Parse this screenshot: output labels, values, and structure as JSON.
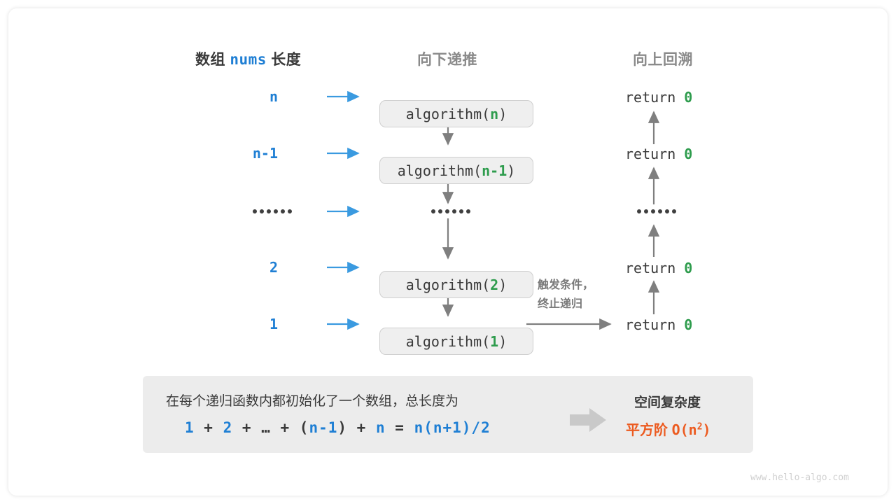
{
  "headers": {
    "left_prefix": "数组",
    "left_mono": "nums",
    "left_suffix": "长度",
    "middle": "向下递推",
    "right": "向上回溯"
  },
  "rows": [
    {
      "length": "n",
      "call_name": "algorithm(",
      "call_arg": "n",
      "call_close": ")",
      "ret_text": "return",
      "ret_value": "0"
    },
    {
      "length": "n-1",
      "call_name": "algorithm(",
      "call_arg": "n-1",
      "call_close": ")",
      "ret_text": "return",
      "ret_value": "0"
    },
    {
      "length": "dots",
      "call_name": "dots",
      "call_arg": "",
      "call_close": "",
      "ret_text": "dots",
      "ret_value": ""
    },
    {
      "length": "2",
      "call_name": "algorithm(",
      "call_arg": "2",
      "call_close": ")",
      "ret_text": "return",
      "ret_value": "0"
    },
    {
      "length": "1",
      "call_name": "algorithm(",
      "call_arg": "1",
      "call_close": ")",
      "ret_text": "return",
      "ret_value": "0"
    }
  ],
  "note": {
    "line1": "触发条件，",
    "line2": "终止递归"
  },
  "summary": {
    "text": "在每个递归函数内都初始化了一个数组，总长度为",
    "formula": [
      {
        "t": "1",
        "blue": true
      },
      {
        "t": " + ",
        "blue": false
      },
      {
        "t": "2",
        "blue": true
      },
      {
        "t": " + ",
        "blue": false
      },
      {
        "t": "…",
        "blue": false
      },
      {
        "t": " + ",
        "blue": false
      },
      {
        "t": "(",
        "blue": false
      },
      {
        "t": "n-1",
        "blue": true
      },
      {
        "t": ")",
        "blue": false
      },
      {
        "t": " + ",
        "blue": false
      },
      {
        "t": "n",
        "blue": true
      },
      {
        "t": " = ",
        "blue": false
      },
      {
        "t": "n(n+1)/2",
        "blue": true
      }
    ],
    "title": "空间复杂度",
    "value_prefix": "平方阶",
    "value_mono": "O(n",
    "value_sup": "2",
    "value_suffix": ")"
  },
  "watermark": "www.hello-algo.com",
  "colors": {
    "blue": "#1f7fd4",
    "green": "#2e9c4d",
    "orange": "#ec5b20",
    "gray_arrow": "#7f7f7f",
    "blue_arrow": "#3a9ae0",
    "box_fill": "#efefef",
    "panel_fill": "#ececec"
  }
}
